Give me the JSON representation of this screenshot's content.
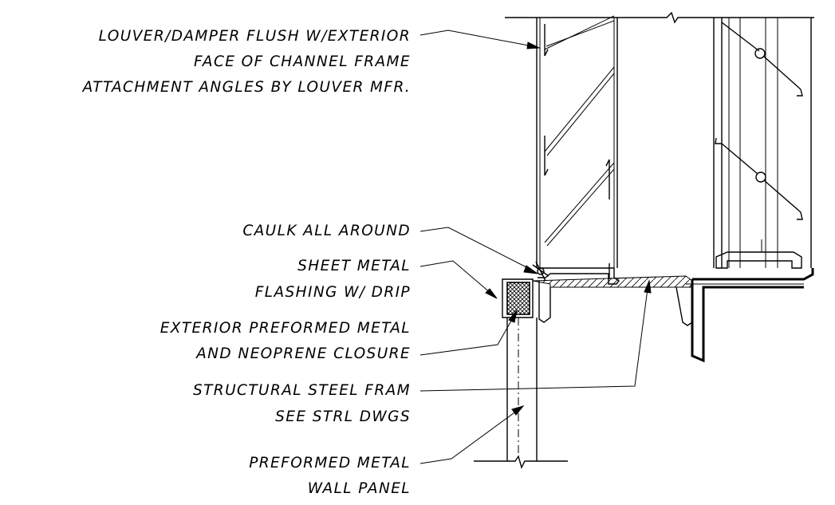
{
  "notes": [
    {
      "id": "louver",
      "lines": [
        "LOUVER/DAMPER FLUSH W/EXTERIOR",
        "FACE OF CHANNEL FRAME",
        "ATTACHMENT ANGLES BY LOUVER MFR."
      ]
    },
    {
      "id": "caulk",
      "lines": [
        "CAULK ALL AROUND"
      ]
    },
    {
      "id": "flashing",
      "lines": [
        "SHEET METAL",
        "FLASHING W/ DRIP"
      ]
    },
    {
      "id": "closure",
      "lines": [
        "EXTERIOR PREFORMED METAL",
        "AND NEOPRENE CLOSURE"
      ]
    },
    {
      "id": "steel",
      "lines": [
        "STRUCTURAL STEEL  FRAM",
        "SEE STRL DWGS"
      ]
    },
    {
      "id": "panel",
      "lines": [
        "PREFORMED METAL",
        "WALL PANEL"
      ]
    }
  ]
}
